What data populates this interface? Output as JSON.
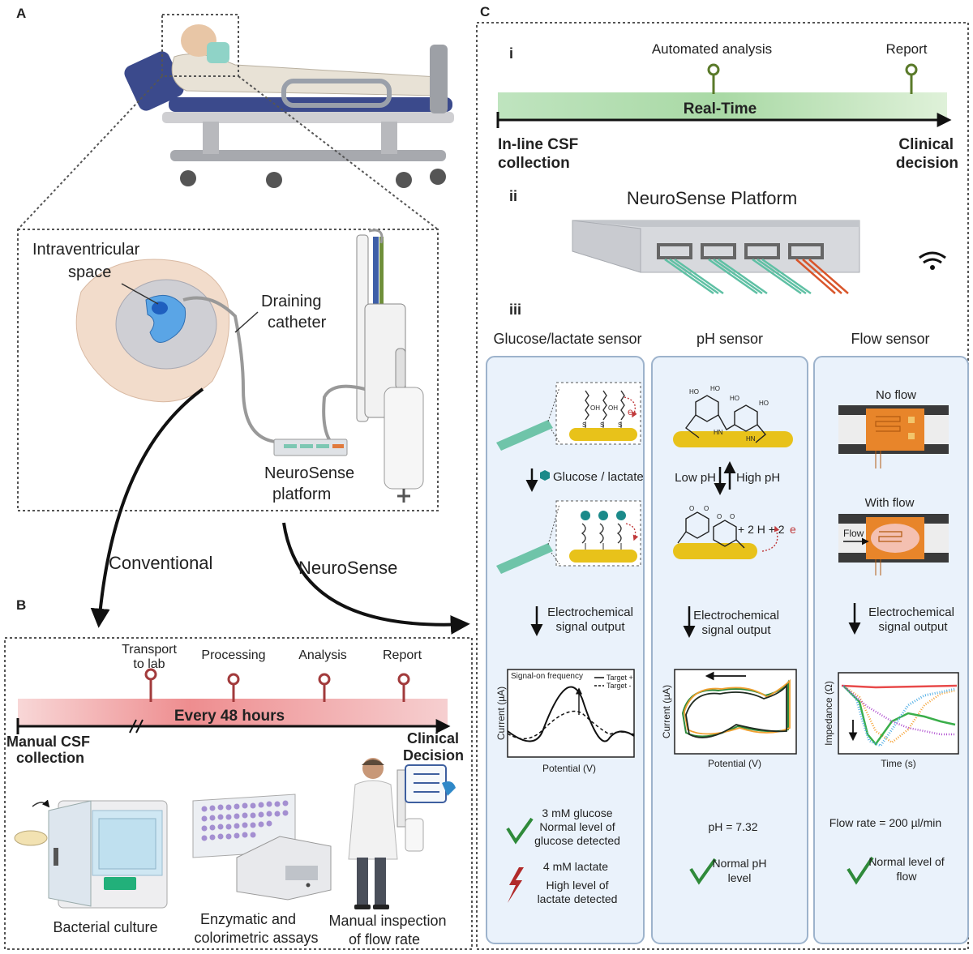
{
  "panels": {
    "a": "A",
    "b": "B",
    "c": "C"
  },
  "panel_a": {
    "label_intraventricular_1": "Intraventricular",
    "label_intraventricular_2": "space",
    "label_catheter_1": "Draining",
    "label_catheter_2": "catheter",
    "label_platform_1": "NeuroSense",
    "label_platform_2": "platform",
    "path_conventional": "Conventional",
    "path_neurosense": "NeuroSense"
  },
  "panel_b": {
    "steps": [
      "Processing",
      "Analysis",
      "Report"
    ],
    "transport_1": "Transport",
    "transport_2": "to lab",
    "banner": "Every 48 hours",
    "start_1": "Manual CSF",
    "start_2": "collection",
    "end_1": "Clinical",
    "end_2": "Decision",
    "culture": "Bacterial culture",
    "assays_1": "Enzymatic and",
    "assays_2": "colorimetric  assays",
    "manual_1": "Manual inspection",
    "manual_2": "of flow rate"
  },
  "panel_c": {
    "roman_i": "i",
    "roman_ii": "ii",
    "roman_iii": "iii",
    "step_automated": "Automated analysis",
    "step_report": "Report",
    "banner": "Real-Time",
    "start_1": "In-line CSF",
    "start_2": "collection",
    "end_1": "Clinical",
    "end_2": "decision",
    "platform_title": "NeuroSense Platform",
    "sensor_titles": [
      "Glucose/lactate sensor",
      "pH sensor",
      "Flow sensor"
    ],
    "glucose": {
      "oh": "OH",
      "s": "S",
      "e": "e-",
      "analyte": "Glucose / lactate",
      "signal_1": "Electrochemical",
      "signal_2": "signal output",
      "legend_title": "Signal-on frequency",
      "legend_plus": "Target +",
      "legend_minus": "Target -",
      "ylabel": "Current (µA)",
      "xlabel": "Potential (V)",
      "r1_1": "3 mM glucose",
      "r1_2": "Normal level of",
      "r1_3": "glucose detected",
      "r2_1": "4 mM lactate",
      "r2_2": "High level of",
      "r2_3": "lactate detected"
    },
    "ph": {
      "ho": "HO",
      "o": "O",
      "hn": "HN",
      "low": "Low pH",
      "high": "High pH",
      "eq": "+ 2 H + 2",
      "e": "e",
      "signal_1": "Electrochemical",
      "signal_2": "signal output",
      "ylabel": "Current (µA)",
      "xlabel": "Potential (V)",
      "value": "pH = 7.32",
      "res_1": "Normal pH",
      "res_2": "level"
    },
    "flow": {
      "no_flow": "No flow",
      "with_flow": "With flow",
      "flow": "Flow",
      "signal_1": "Electrochemical",
      "signal_2": "signal output",
      "ylabel": "Impedance (Ω)",
      "xlabel": "Time (s)",
      "value": "Flow rate = 200 µl/min",
      "res_1": "Normal level of",
      "res_2": "flow"
    }
  },
  "colors": {
    "timeline_red": "#c0393b",
    "timeline_green": "#5a7a2a",
    "panel_blue": "#eaf2fb",
    "gold": "#e8c21a",
    "check_green": "#2f8a3a",
    "alert_red": "#b12a2a"
  }
}
